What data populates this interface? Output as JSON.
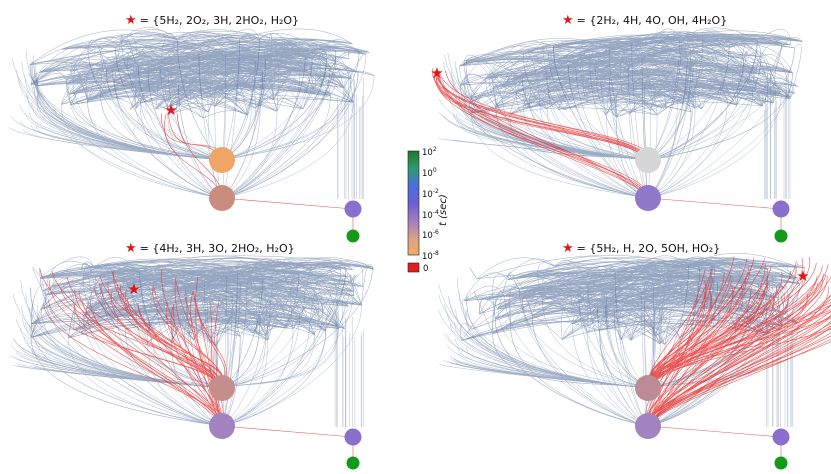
{
  "panels": [
    {
      "title": "= {5H₂, 2O₂, 3H, 2HO₂, H₂O}",
      "upper_node_color": "#f0a566",
      "lower_node_color": "#c98d80",
      "red_intensity": 1
    },
    {
      "title": "= {2H₂, 4H, 4O, OH, 4H₂O}",
      "upper_node_color": "#d6d6d6",
      "lower_node_color": "#8f78c8",
      "red_intensity": 2
    },
    {
      "title": "= {4H₂, 3H, 3O, 2HO₂, H₂O}",
      "upper_node_color": "#c58d8c",
      "lower_node_color": "#a382bf",
      "red_intensity": 3
    },
    {
      "title": "= {5H₂, H, 2O, 5OH, HO₂}",
      "upper_node_color": "#bd8b95",
      "lower_node_color": "#a183bf",
      "red_intensity": 4
    }
  ],
  "colorbar": {
    "label": "t (sec)",
    "ticks": [
      {
        "base": "10",
        "exp": "2"
      },
      {
        "base": "10",
        "exp": "0"
      },
      {
        "base": "10",
        "exp": "-2"
      },
      {
        "base": "10",
        "exp": "-4"
      },
      {
        "base": "10",
        "exp": "-6"
      },
      {
        "base": "10",
        "exp": "-8"
      }
    ],
    "zero_label": "0",
    "colors": [
      "#1f7a2a",
      "#2e9a6e",
      "#4b6ee0",
      "#6a5fd0",
      "#a07cc2",
      "#d8a088",
      "#f2ad62"
    ],
    "zero_color": "#e31c1c"
  },
  "colors": {
    "network_edge": "#3c5a8c",
    "highlight_edge": "#e8302e",
    "star": "#e0161b",
    "side_node_purple": "#8a6fcf",
    "side_node_green": "#139a1a"
  }
}
